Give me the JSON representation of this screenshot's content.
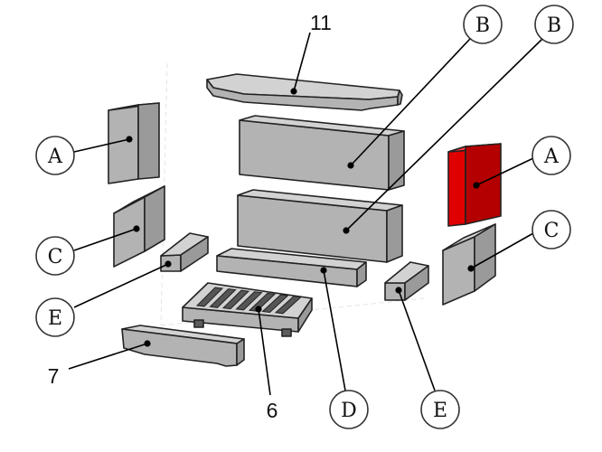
{
  "colors": {
    "brick": "#b3b3b3",
    "brick_top": "#d2d2d2",
    "brick_side": "#9a9a9a",
    "highlight": "#e00000",
    "highlight_side": "#b40000",
    "highlight_top": "#ff3a3a"
  },
  "highlighted_part": "A",
  "callouts": {
    "a_left": "A",
    "a_right": "A",
    "b_upper": "B",
    "b_lower": "B",
    "c_left": "C",
    "c_right": "C",
    "e_left": "E",
    "e_right": "E",
    "d": "D"
  },
  "numbers": {
    "n11": "11",
    "n7": "7",
    "n6": "6"
  }
}
